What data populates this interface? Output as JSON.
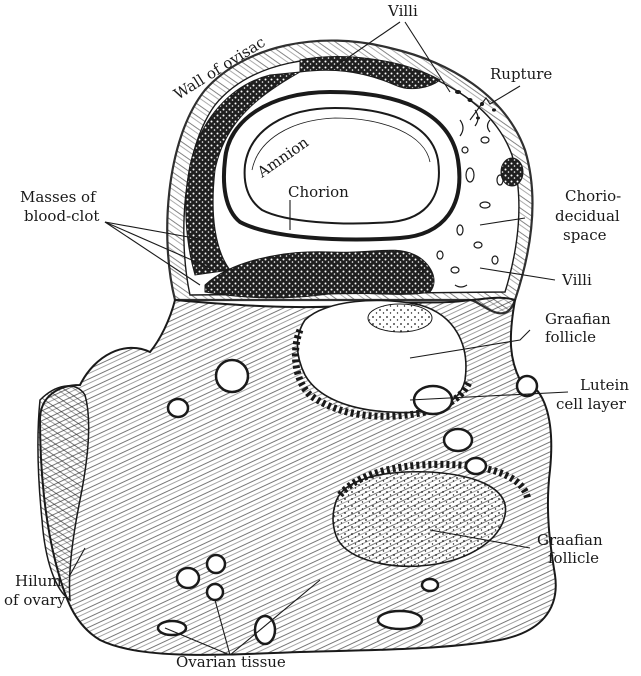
{
  "colors": {
    "ink": "#1a1a1a",
    "paper": "#ffffff",
    "blood": "#1f1f1f"
  },
  "labels": {
    "villi_top": "Villi",
    "wall_of_ovisac": "Wall of ovisac",
    "rupture": "Rupture",
    "amnion": "Amnion",
    "chorion": "Chorion",
    "masses_line1": "Masses of",
    "masses_line2": "blood-clot",
    "chorio_line1": "Chorio-",
    "chorio_line2": "decidual",
    "chorio_line3": "space",
    "villi_right": "Villi",
    "graafian_upper_line1": "Graafian",
    "graafian_upper_line2": "follicle",
    "lutein_line1": "Lutein",
    "lutein_line2": "cell layer",
    "graafian_lower_line1": "Graafian",
    "graafian_lower_line2": "follicle",
    "hilum_line1": "Hilum",
    "hilum_line2": "of ovary",
    "ovarian_tissue": "Ovarian tissue"
  }
}
